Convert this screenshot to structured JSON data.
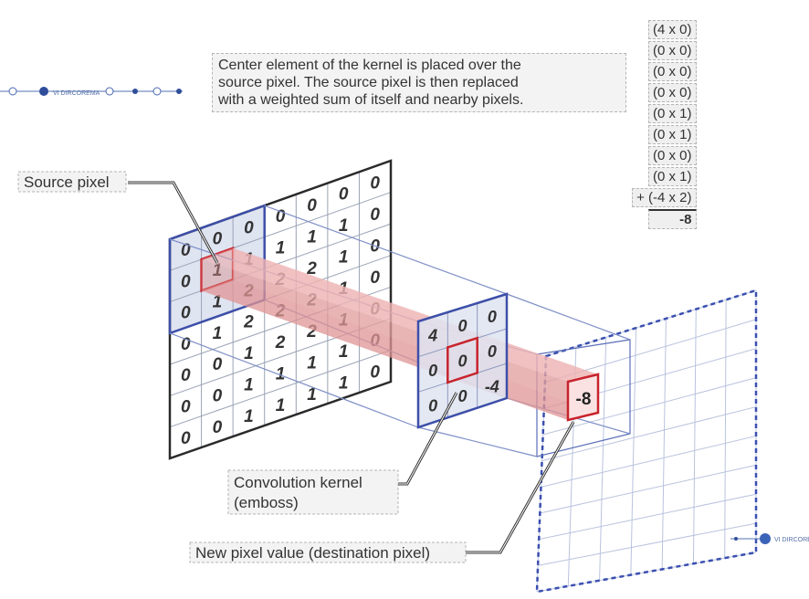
{
  "caption_top": {
    "lines": [
      "Center element of the kernel is placed over the",
      "source pixel. The source pixel is then replaced",
      "with a weighted sum of itself and nearby pixels."
    ]
  },
  "calculation": {
    "terms": [
      "(4 x 0)",
      "(0 x 0)",
      "(0 x 0)",
      "(0 x 0)",
      "(0 x 1)",
      "(0 x 1)",
      "(0 x 0)",
      "(0 x 1)",
      "+ (-4 x 2)"
    ],
    "result": "-8"
  },
  "labels": {
    "source_pixel": "Source pixel",
    "kernel_line1": "Convolution kernel",
    "kernel_line2": "(emboss)",
    "new_pixel": "New pixel value (destination pixel)",
    "destination_value": "-8"
  },
  "source_grid": {
    "rows": [
      [
        "0",
        "0",
        "0",
        "0",
        "0",
        "0",
        "0"
      ],
      [
        "0",
        "1",
        "1",
        "1",
        "1",
        "1",
        "0"
      ],
      [
        "0",
        "1",
        "2",
        "2",
        "2",
        "1",
        "0"
      ],
      [
        "0",
        "1",
        "2",
        "2",
        "2",
        "1",
        "0"
      ],
      [
        "0",
        "0",
        "1",
        "2",
        "2",
        "1",
        "0"
      ],
      [
        "0",
        "0",
        "1",
        "1",
        "1",
        "1",
        "0"
      ],
      [
        "0",
        "0",
        "1",
        "1",
        "1",
        "1",
        "0"
      ]
    ]
  },
  "kernel": {
    "rows": [
      [
        "4",
        "0",
        "0"
      ],
      [
        "0",
        "0",
        "0"
      ],
      [
        "0",
        "0",
        "-4"
      ]
    ]
  },
  "watermarks": {
    "brand": "VI DIRCOREMA"
  },
  "colors": {
    "grid_line": "#2a2a2a",
    "kernel_blue": "#3d4fa8",
    "highlight_red": "#c8232c",
    "beam_red": "#e9a3a3",
    "dest_dash": "#3a4fb0"
  }
}
